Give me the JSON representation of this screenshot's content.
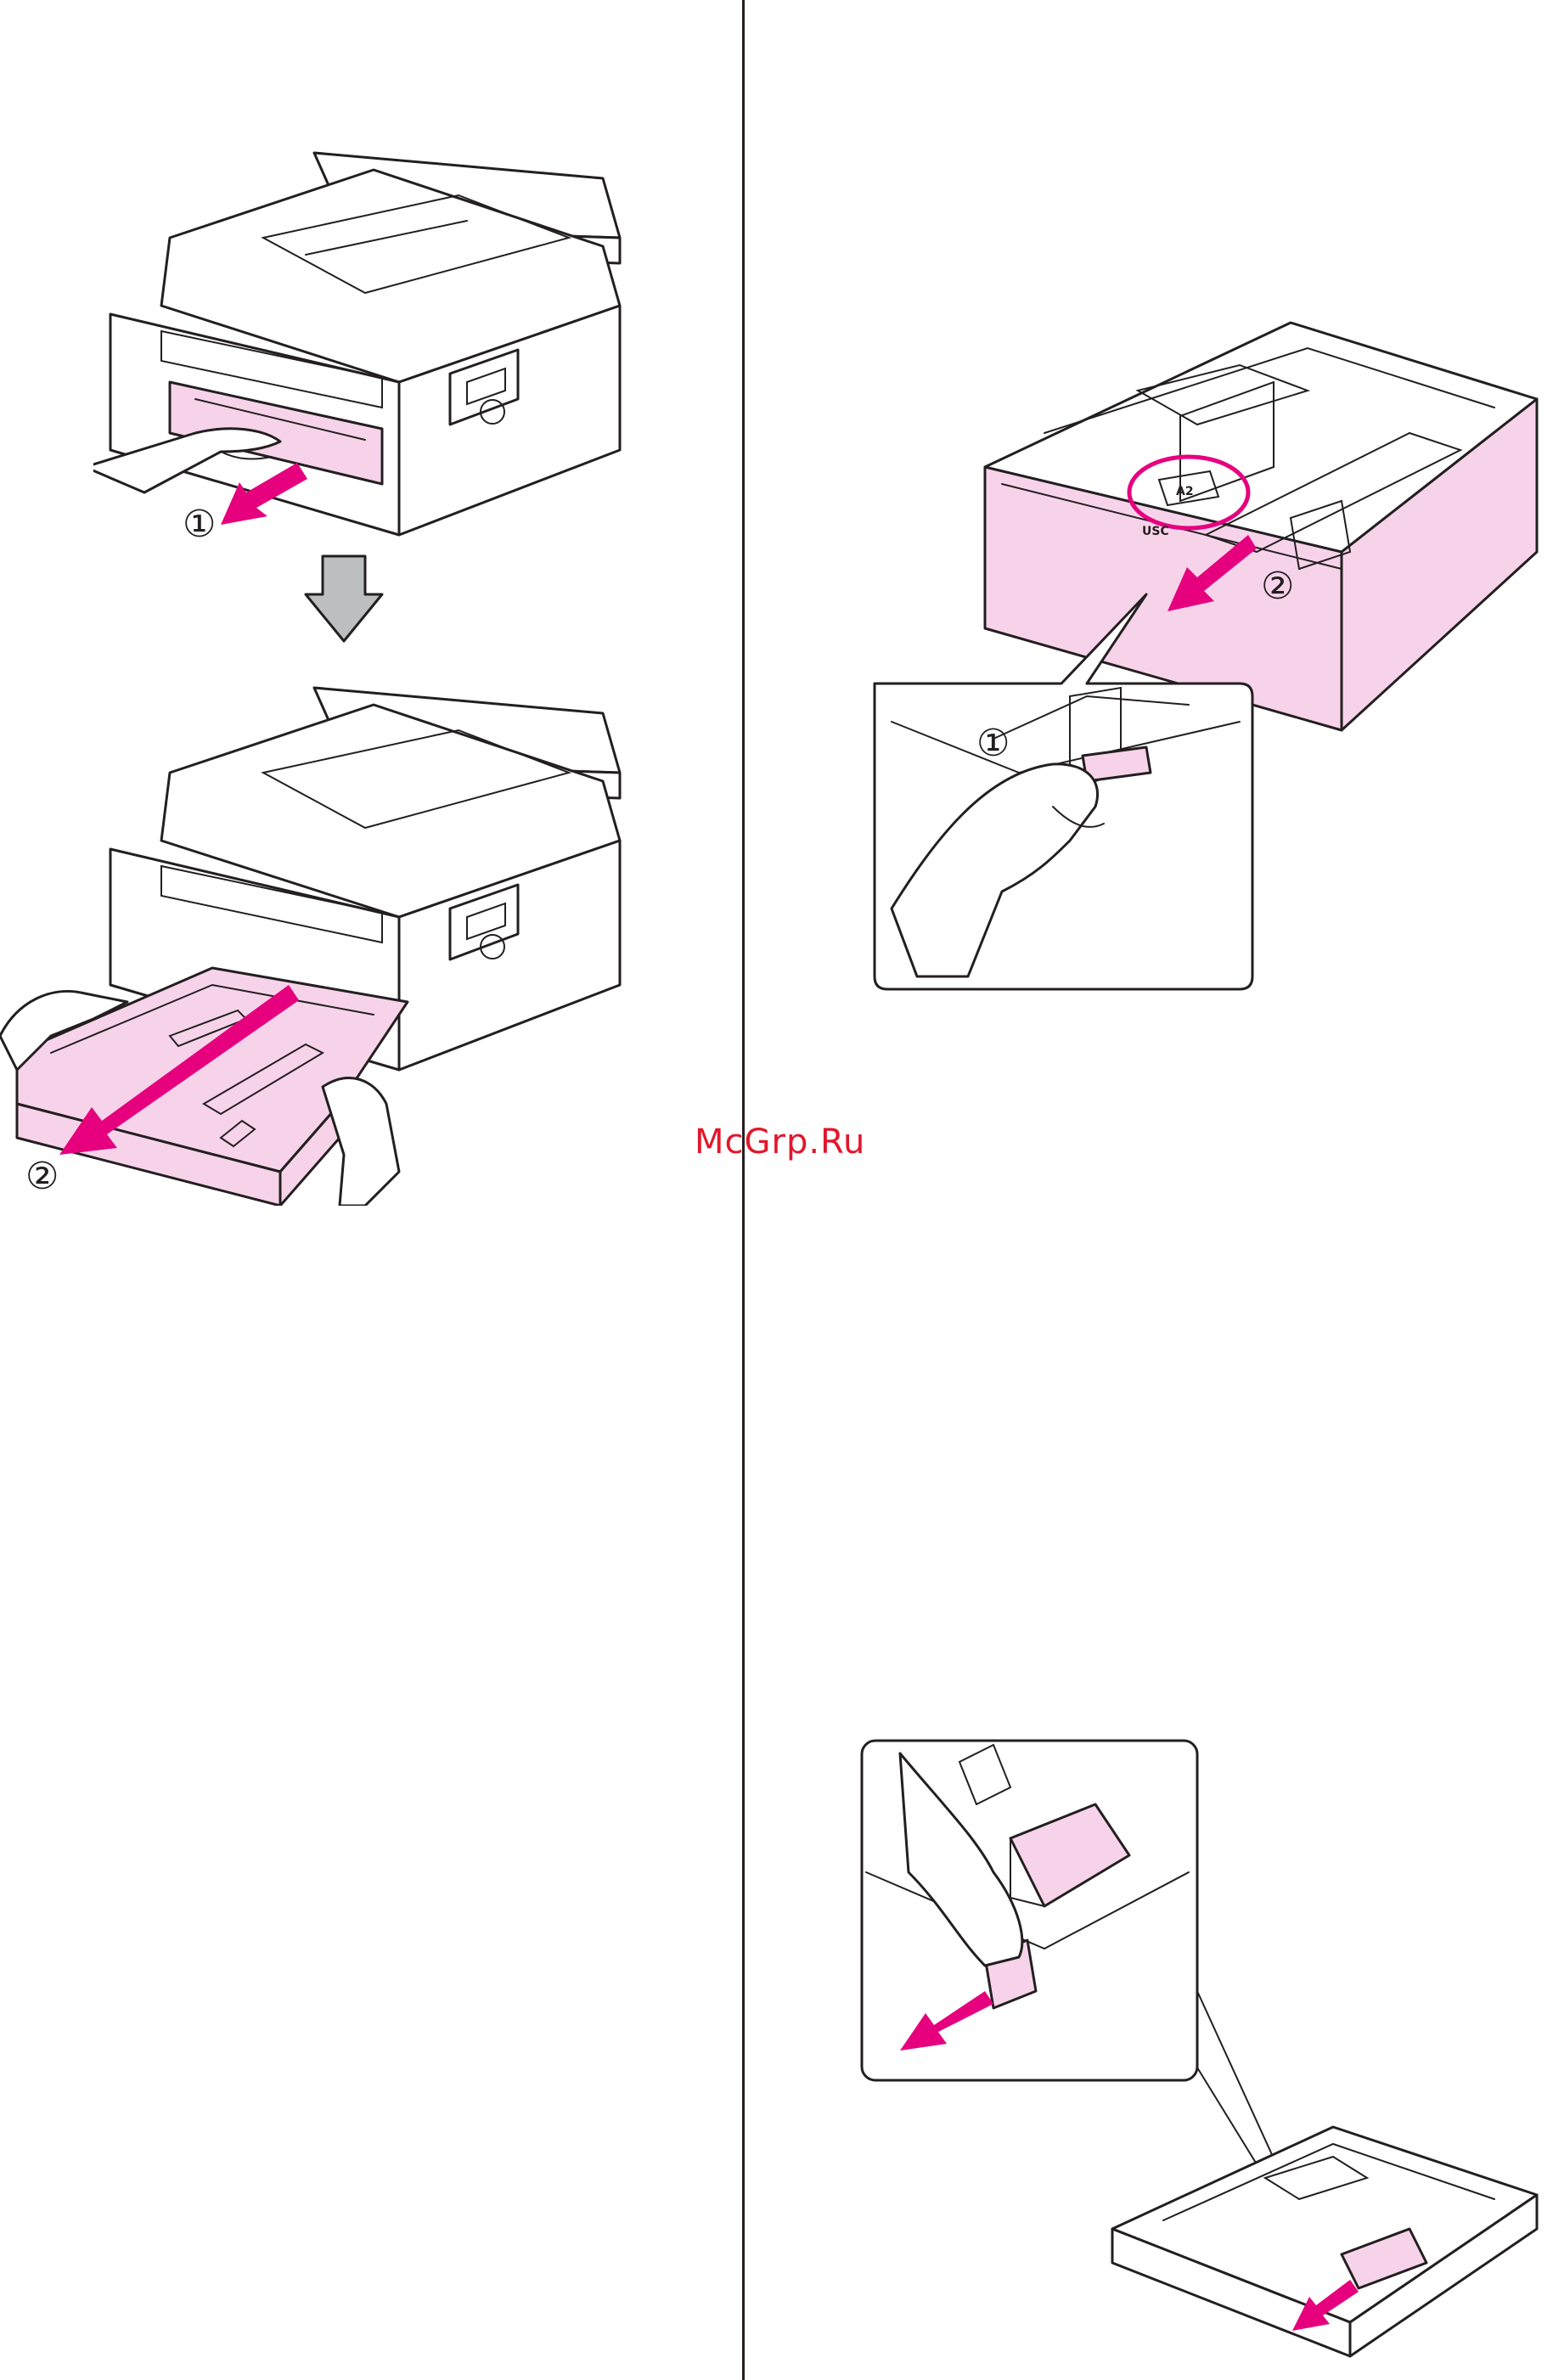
{
  "watermark": {
    "text": "McGrp.Ru",
    "color": "#e3162b"
  },
  "figures": {
    "printer_tray_release": {
      "step_label": "①"
    },
    "printer_tray_remove": {
      "step_label": "②"
    },
    "tray_size_adjust": {
      "step_label_a": "①",
      "step_label_b": "②",
      "size_mark": "A2",
      "size_mark_2": "USC"
    },
    "tray_guide_slide": {}
  },
  "colors": {
    "highlight": "#e6007e",
    "tray_pink": "#f7d3ea",
    "line": "#231f20",
    "step_arrow_gray": "#bcbec0"
  }
}
